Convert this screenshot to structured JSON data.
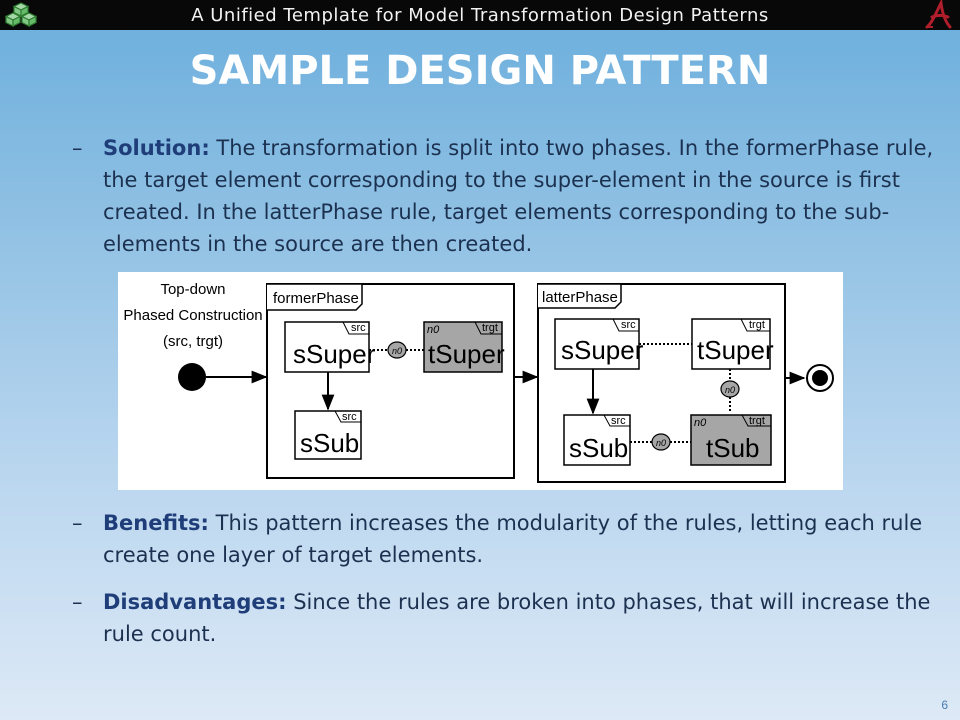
{
  "header": {
    "title": "A Unified Template for Model Transformation Design Patterns"
  },
  "slide": {
    "title": "SAMPLE DESIGN PATTERN",
    "page_number": "6"
  },
  "bullets": [
    {
      "dash": "–",
      "heading": "Solution:",
      "text": " The transformation is split into two phases. In the formerPhase rule, the target element corresponding to the super-element in the source is first created. In the latterPhase rule, target elements corresponding to the sub-elements in the source are then created."
    },
    {
      "dash": "–",
      "heading": "Benefits:",
      "text": " This pattern increases the modularity of the rules, letting each rule create one layer of target elements."
    },
    {
      "dash": "–",
      "heading": "Disadvantages:",
      "text": " Since the rules are broken into phases, that will increase the rule count."
    }
  ],
  "diagram": {
    "start_label": [
      "Top-down",
      "Phased Construction",
      "(src, trgt)"
    ],
    "former_phase": {
      "label": "formerPhase",
      "ssuper": {
        "name": "sSuper",
        "tag": "src"
      },
      "tsuper": {
        "name": "tSuper",
        "tag": "trgt",
        "var": "n0"
      },
      "link": "n0",
      "ssub": {
        "name": "sSub",
        "tag": "src"
      }
    },
    "latter_phase": {
      "label": "latterPhase",
      "ssuper": {
        "name": "sSuper",
        "tag": "src"
      },
      "tsuper": {
        "name": "tSuper",
        "tag": "trgt"
      },
      "link_vertical": "n0",
      "ssub": {
        "name": "sSub",
        "tag": "src"
      },
      "tsub": {
        "name": "tSub",
        "tag": "trgt",
        "var": "n0"
      },
      "link_bottom": "n0"
    }
  },
  "colors": {
    "title_bar": "#080808",
    "heading_text": "#1f3d78",
    "body_text": "#1c3150",
    "target_fill": "#a6a6a6"
  }
}
